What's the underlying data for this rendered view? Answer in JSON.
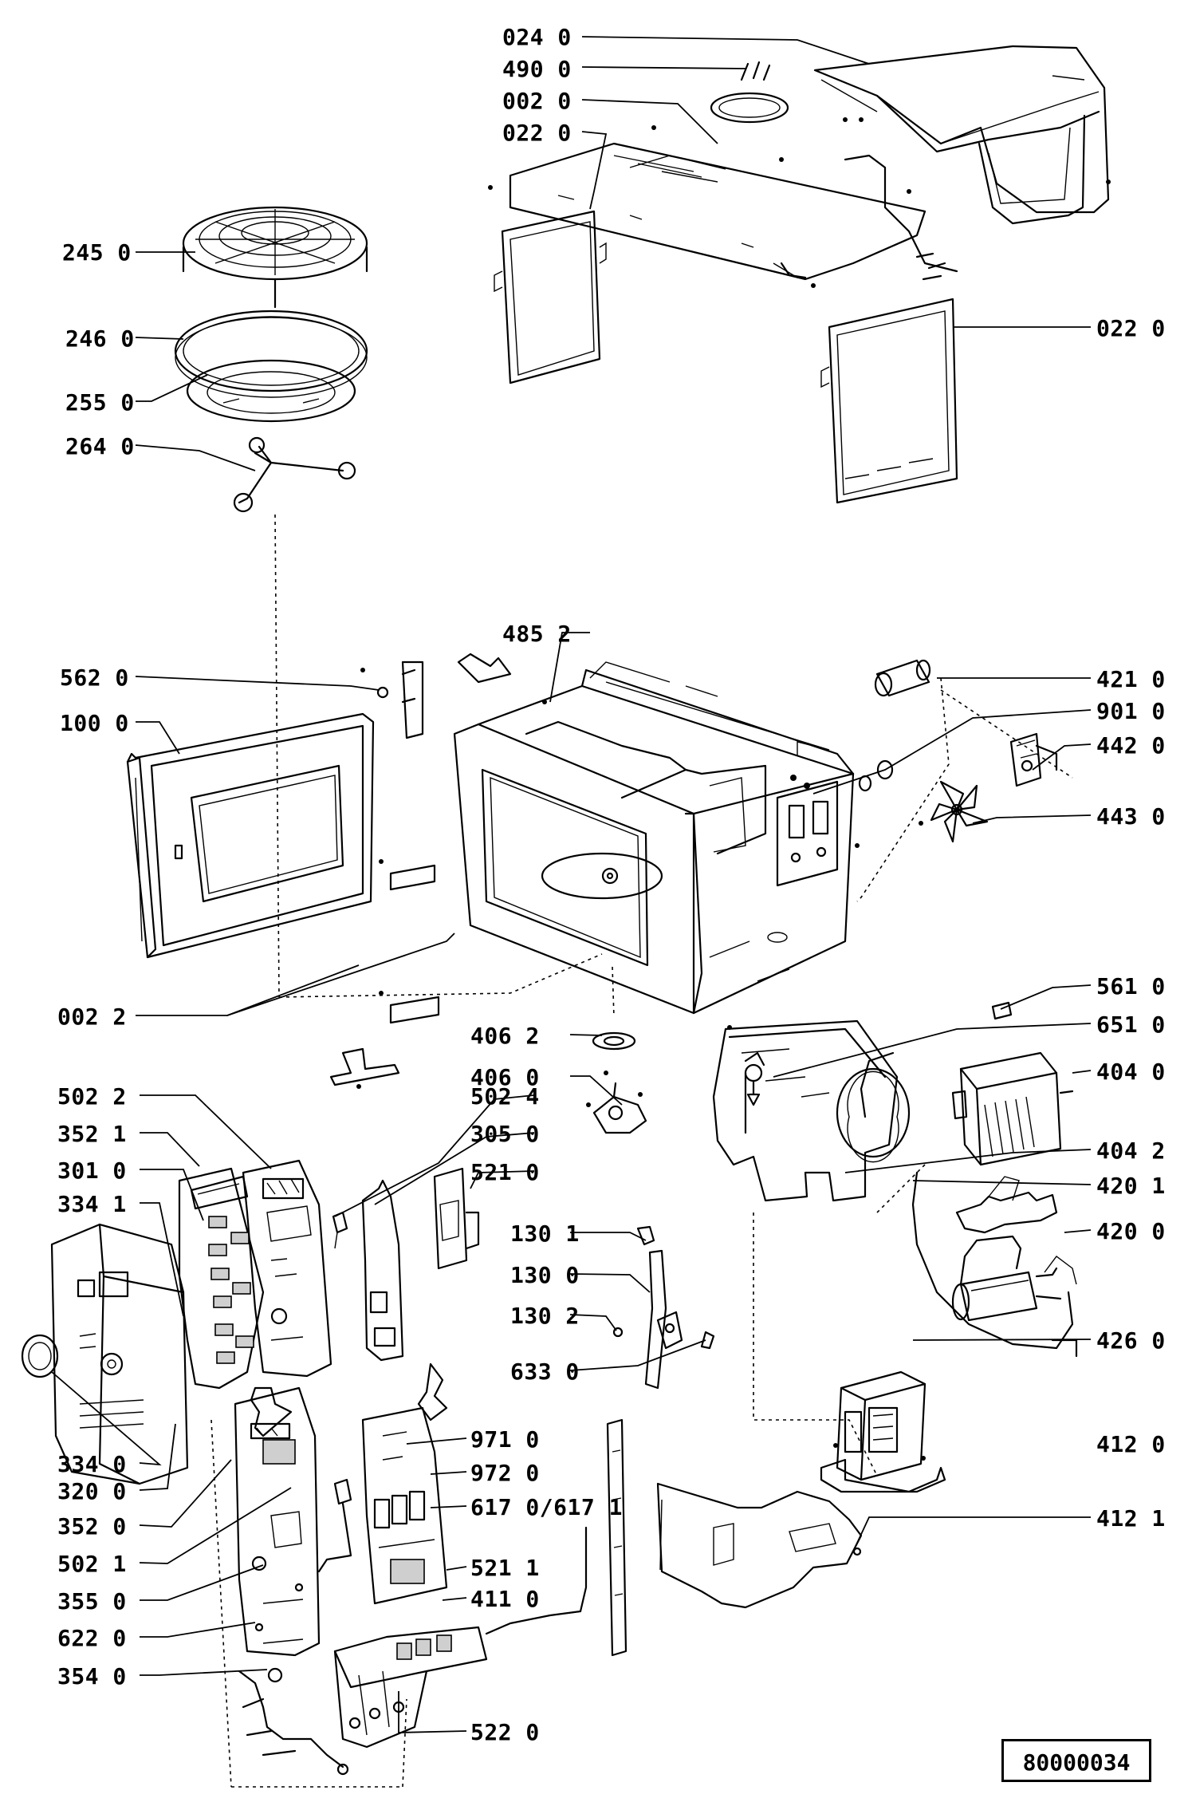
{
  "document_number": "80000034",
  "callouts": {
    "c0240": "024 0",
    "c4900": "490 0",
    "c0020": "002 0",
    "c0220a": "022 0",
    "c0220b": "022 0",
    "c2450": "245 0",
    "c2460": "246 0",
    "c2550": "255 0",
    "c2640": "264 0",
    "c4852": "485 2",
    "c5620": "562 0",
    "c1000": "100 0",
    "c4210": "421 0",
    "c9010": "901 0",
    "c4420": "442 0",
    "c4430": "443 0",
    "c0022": "002 2",
    "c4062": "406 2",
    "c4060": "406 0",
    "c5610": "561 0",
    "c6510": "651 0",
    "c4040": "404 0",
    "c4042": "404 2",
    "c5022": "502 2",
    "c5024": "502 4",
    "c3521": "352 1",
    "c3050": "305 0",
    "c3010": "301 0",
    "c5210": "521 0",
    "c3341": "334 1",
    "c1301": "130 1",
    "c1300": "130 0",
    "c1302": "130 2",
    "c6330": "633 0",
    "c4201": "420 1",
    "c4200": "420 0",
    "c4260": "426 0",
    "c9710": "971 0",
    "c9720": "972 0",
    "c6170": "617 0/617 1",
    "c4120": "412 0",
    "c5211": "521 1",
    "c4110": "411 0",
    "c4121": "412 1",
    "c3340": "334 0",
    "c3200": "320 0",
    "c3520": "352 0",
    "c5021": "502 1",
    "c3550": "355 0",
    "c6220": "622 0",
    "c3540": "354 0",
    "c5220": "522 0"
  }
}
